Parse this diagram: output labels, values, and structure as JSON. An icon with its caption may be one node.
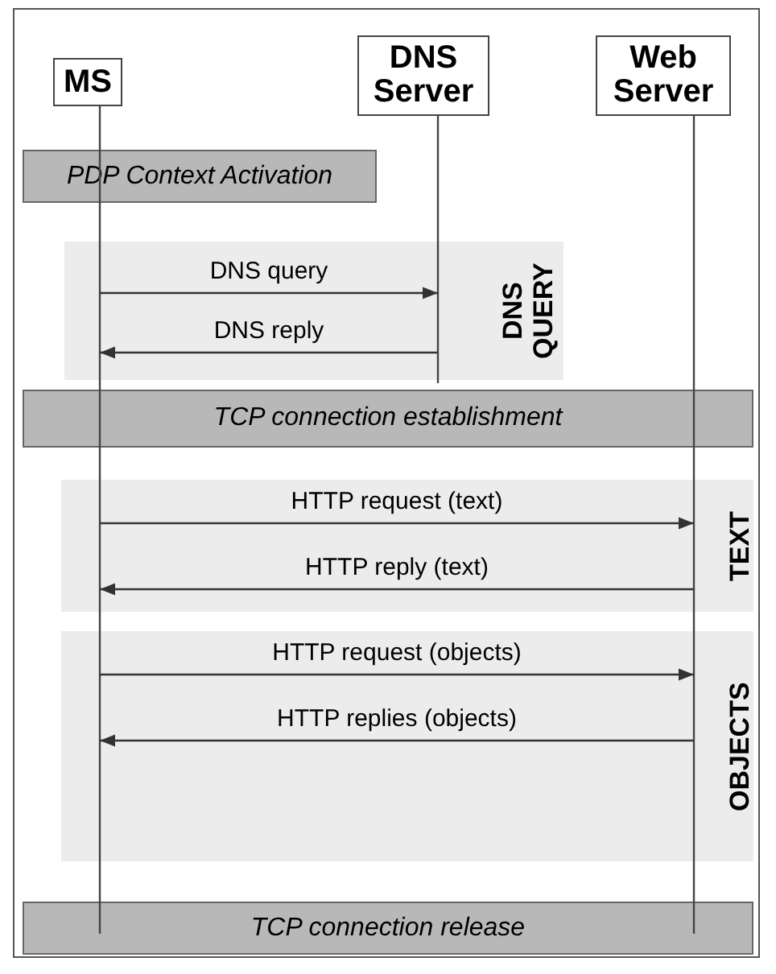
{
  "diagram": {
    "nodes": [
      {
        "text": [
          "MS"
        ]
      },
      {
        "text": [
          "DNS Server"
        ]
      },
      {
        "text": [
          "Web Server"
        ]
      },
      {
        "text": [
          "PDP Context Activation"
        ]
      },
      {
        "text": [
          "DNS QUERY"
        ]
      },
      {
        "text": [
          "TCP connection establishment"
        ]
      },
      {
        "text": [
          "TEXT"
        ]
      },
      {
        "text": [
          "OBJECTS"
        ]
      },
      {
        "text": [
          "TCP connection release"
        ]
      }
    ],
    "edges": [
      {
        "from": 0,
        "to": 1,
        "arrow": "to",
        "label": "DNS query"
      },
      {
        "from": 1,
        "to": 0,
        "arrow": "to",
        "label": "DNS reply"
      },
      {
        "from": 0,
        "to": 2,
        "arrow": "to",
        "label": "HTTP request (text)"
      },
      {
        "from": 2,
        "to": 0,
        "arrow": "to",
        "label": "HTTP reply (text)"
      },
      {
        "from": 0,
        "to": 2,
        "arrow": "to",
        "label": "HTTP request (objects)"
      },
      {
        "from": 2,
        "to": 0,
        "arrow": "to",
        "label": "HTTP replies (objects)"
      }
    ]
  }
}
